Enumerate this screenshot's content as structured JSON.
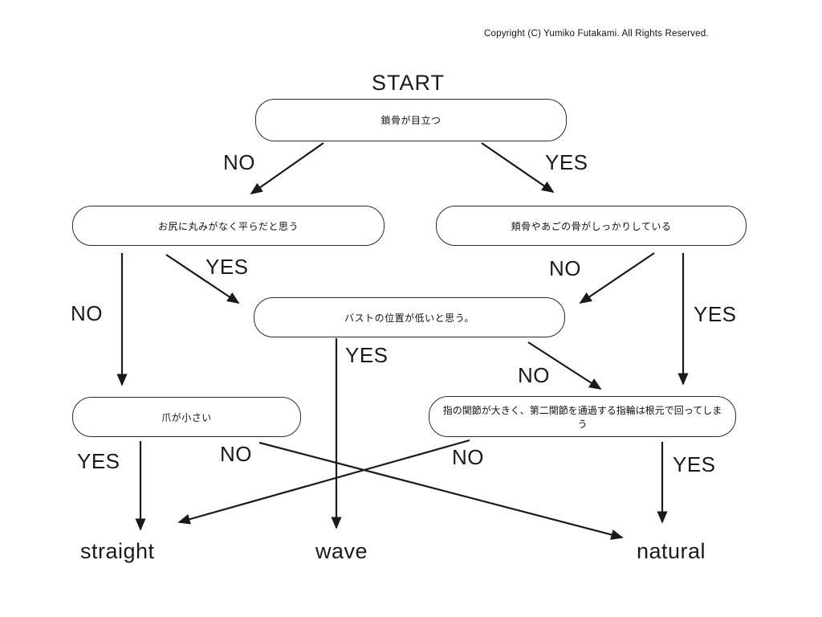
{
  "copyright": "Copyright (C) Yumiko Futakami. All Rights Reserved.",
  "start_label": "START",
  "nodes": {
    "q1": {
      "text": "鎖骨が目立つ"
    },
    "q2": {
      "text": "お尻に丸みがなく平らだと思う"
    },
    "q3": {
      "text": "頬骨やあごの骨がしっかりしている"
    },
    "q4": {
      "text": "バストの位置が低いと思う。"
    },
    "q5": {
      "text": "爪が小さい"
    },
    "q6": {
      "text": "指の関節が大きく、第二関節を通過する指輪は根元で回ってしまう"
    }
  },
  "edges": [
    {
      "from": "q1",
      "to": "q2",
      "label": "NO"
    },
    {
      "from": "q1",
      "to": "q3",
      "label": "YES"
    },
    {
      "from": "q2",
      "to": "q5",
      "label": "NO"
    },
    {
      "from": "q2",
      "to": "q4",
      "label": "YES"
    },
    {
      "from": "q3",
      "to": "q4",
      "label": "NO"
    },
    {
      "from": "q3",
      "to": "q6",
      "label": "YES"
    },
    {
      "from": "q4",
      "to": "wave",
      "label": "YES"
    },
    {
      "from": "q4",
      "to": "q6",
      "label": "NO"
    },
    {
      "from": "q5",
      "to": "straight",
      "label": "YES"
    },
    {
      "from": "q5",
      "to": "natural",
      "label": "NO"
    },
    {
      "from": "q6",
      "to": "straight",
      "label": "NO"
    },
    {
      "from": "q6",
      "to": "natural",
      "label": "YES"
    }
  ],
  "results": [
    {
      "id": "straight",
      "label": "straight"
    },
    {
      "id": "wave",
      "label": "wave"
    },
    {
      "id": "natural",
      "label": "natural"
    }
  ],
  "colors": {
    "ink": "#1a1a1a",
    "background": "#ffffff"
  }
}
